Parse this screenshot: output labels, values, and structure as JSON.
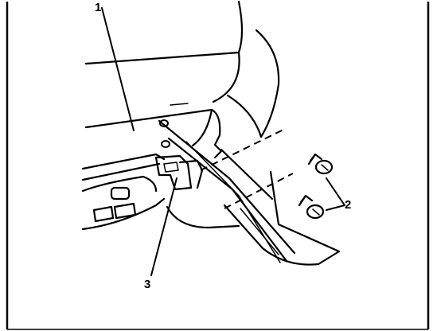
{
  "diagram": {
    "callouts": [
      {
        "id": "seat-cushion",
        "label": "1"
      },
      {
        "id": "screws",
        "label": "2"
      },
      {
        "id": "bracket",
        "label": "3"
      }
    ]
  }
}
